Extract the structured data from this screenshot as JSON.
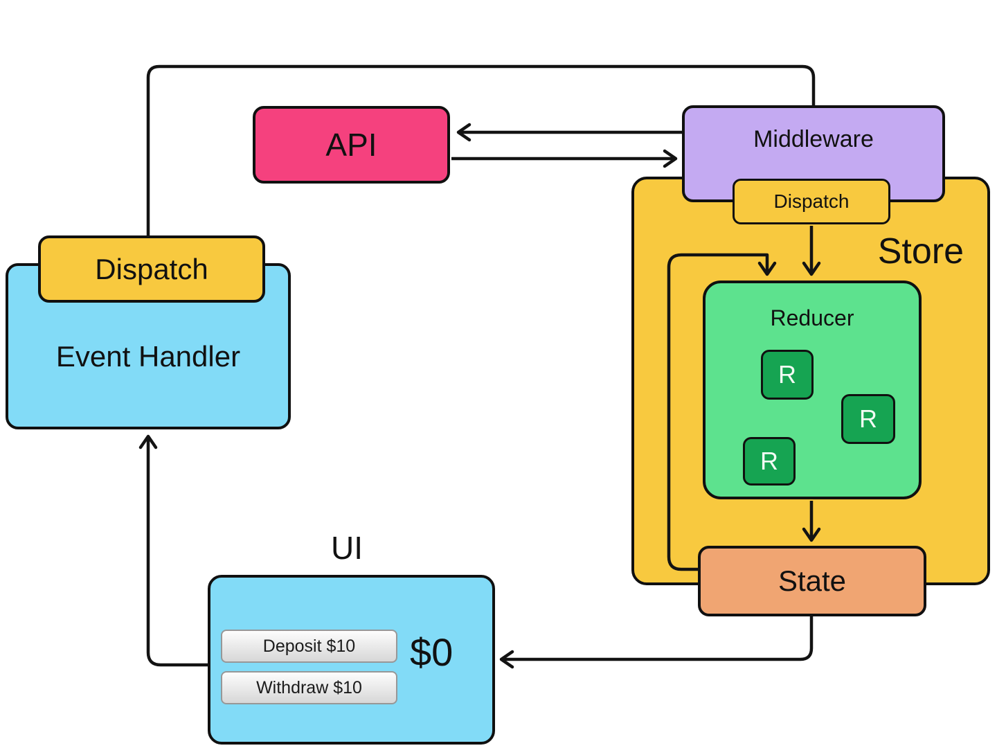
{
  "diagram": {
    "api": {
      "label": "API",
      "color": "#f5417e"
    },
    "middleware": {
      "label": "Middleware",
      "color": "#c4aaf2"
    },
    "store": {
      "label": "Store",
      "color": "#f8c93f",
      "dispatch": {
        "label": "Dispatch",
        "color": "#f8c93f"
      },
      "reducer": {
        "label": "Reducer",
        "color": "#5de28e",
        "r_color": "#16a452",
        "r_blocks": [
          {
            "label": "R"
          },
          {
            "label": "R"
          },
          {
            "label": "R"
          }
        ]
      },
      "state": {
        "label": "State",
        "color": "#f0a572"
      }
    },
    "event_handler": {
      "label": "Event Handler",
      "color": "#82dbf7",
      "dispatch": {
        "label": "Dispatch",
        "color": "#f8c93f"
      }
    },
    "ui": {
      "label": "UI",
      "color": "#82dbf7",
      "balance": "$0",
      "buttons": [
        {
          "label": "Deposit $10"
        },
        {
          "label": "Withdraw $10"
        }
      ]
    },
    "line_color": "#131313"
  }
}
